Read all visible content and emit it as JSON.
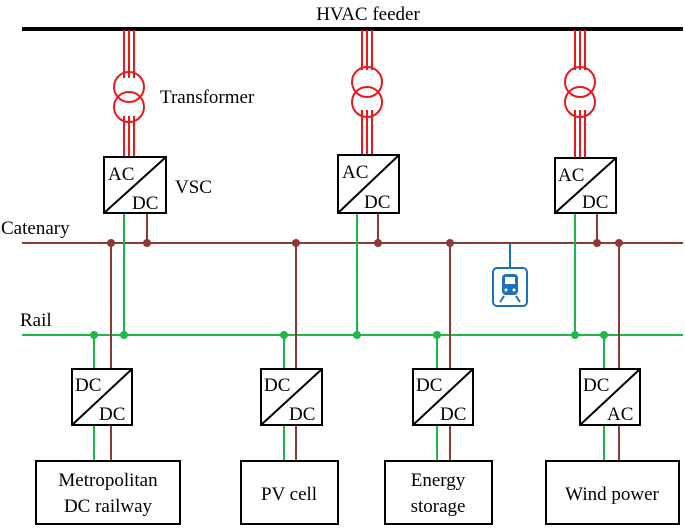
{
  "labels": {
    "feeder": "HVAC feeder",
    "transformer": "Transformer",
    "vsc": "VSC",
    "catenary": "Catenary",
    "rail": "Rail"
  },
  "converters": {
    "vsc1": {
      "top": "AC",
      "bottom": "DC"
    },
    "vsc2": {
      "top": "AC",
      "bottom": "DC"
    },
    "vsc3": {
      "top": "AC",
      "bottom": "DC"
    },
    "load1": {
      "top": "DC",
      "bottom": "DC"
    },
    "load2": {
      "top": "DC",
      "bottom": "DC"
    },
    "load3": {
      "top": "DC",
      "bottom": "DC"
    },
    "load4": {
      "top": "DC",
      "bottom": "AC"
    }
  },
  "boxes": {
    "metro": [
      "Metropolitan",
      "DC railway"
    ],
    "pv": [
      "PV cell"
    ],
    "storage": [
      "Energy",
      "storage"
    ],
    "wind": [
      "Wind power"
    ]
  },
  "colors": {
    "feeder": "#000000",
    "transformer": "#e8191c",
    "catenary": "#8b3a35",
    "rail": "#1fb74a",
    "train_icon": "#1f6fbf"
  },
  "icons": {
    "train": "train-icon"
  }
}
